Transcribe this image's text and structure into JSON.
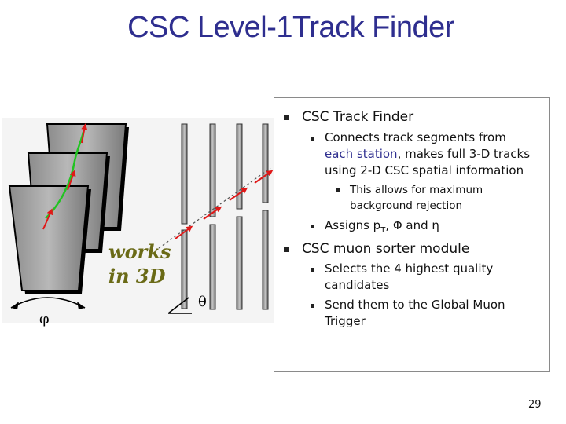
{
  "slide": {
    "title": "CSC Level-1Track Finder",
    "page_number": "29"
  },
  "figure": {
    "caption_line1": "works",
    "caption_line2": "in 3D",
    "phi_symbol": "φ",
    "theta_symbol": "θ"
  },
  "bullets": {
    "b1": "CSC Track Finder",
    "b1_1_pre": "Connects track segments from",
    "b1_1_highlight": "each station",
    "b1_1_post": ", makes full 3-D tracks",
    "b1_1_line3": "using 2-D CSC spatial information",
    "b1_1_1_line1": "This allows for maximum",
    "b1_1_1_line2": "background rejection",
    "b1_2_pre": "Assigns p",
    "b1_2_sub": "T",
    "b1_2_post": ", Φ and η",
    "b2": "CSC muon sorter module",
    "b2_1_line1": "Selects the 4 highest quality",
    "b2_1_line2": "candidates",
    "b2_2_line1": "Send them to the Global Muon",
    "b2_2_line2": "Trigger"
  },
  "colors": {
    "title": "#2e2e8f",
    "highlight": "#2e2e8f",
    "caption": "#6a6a16",
    "arrow": "#e01818",
    "track": "#22c322"
  }
}
